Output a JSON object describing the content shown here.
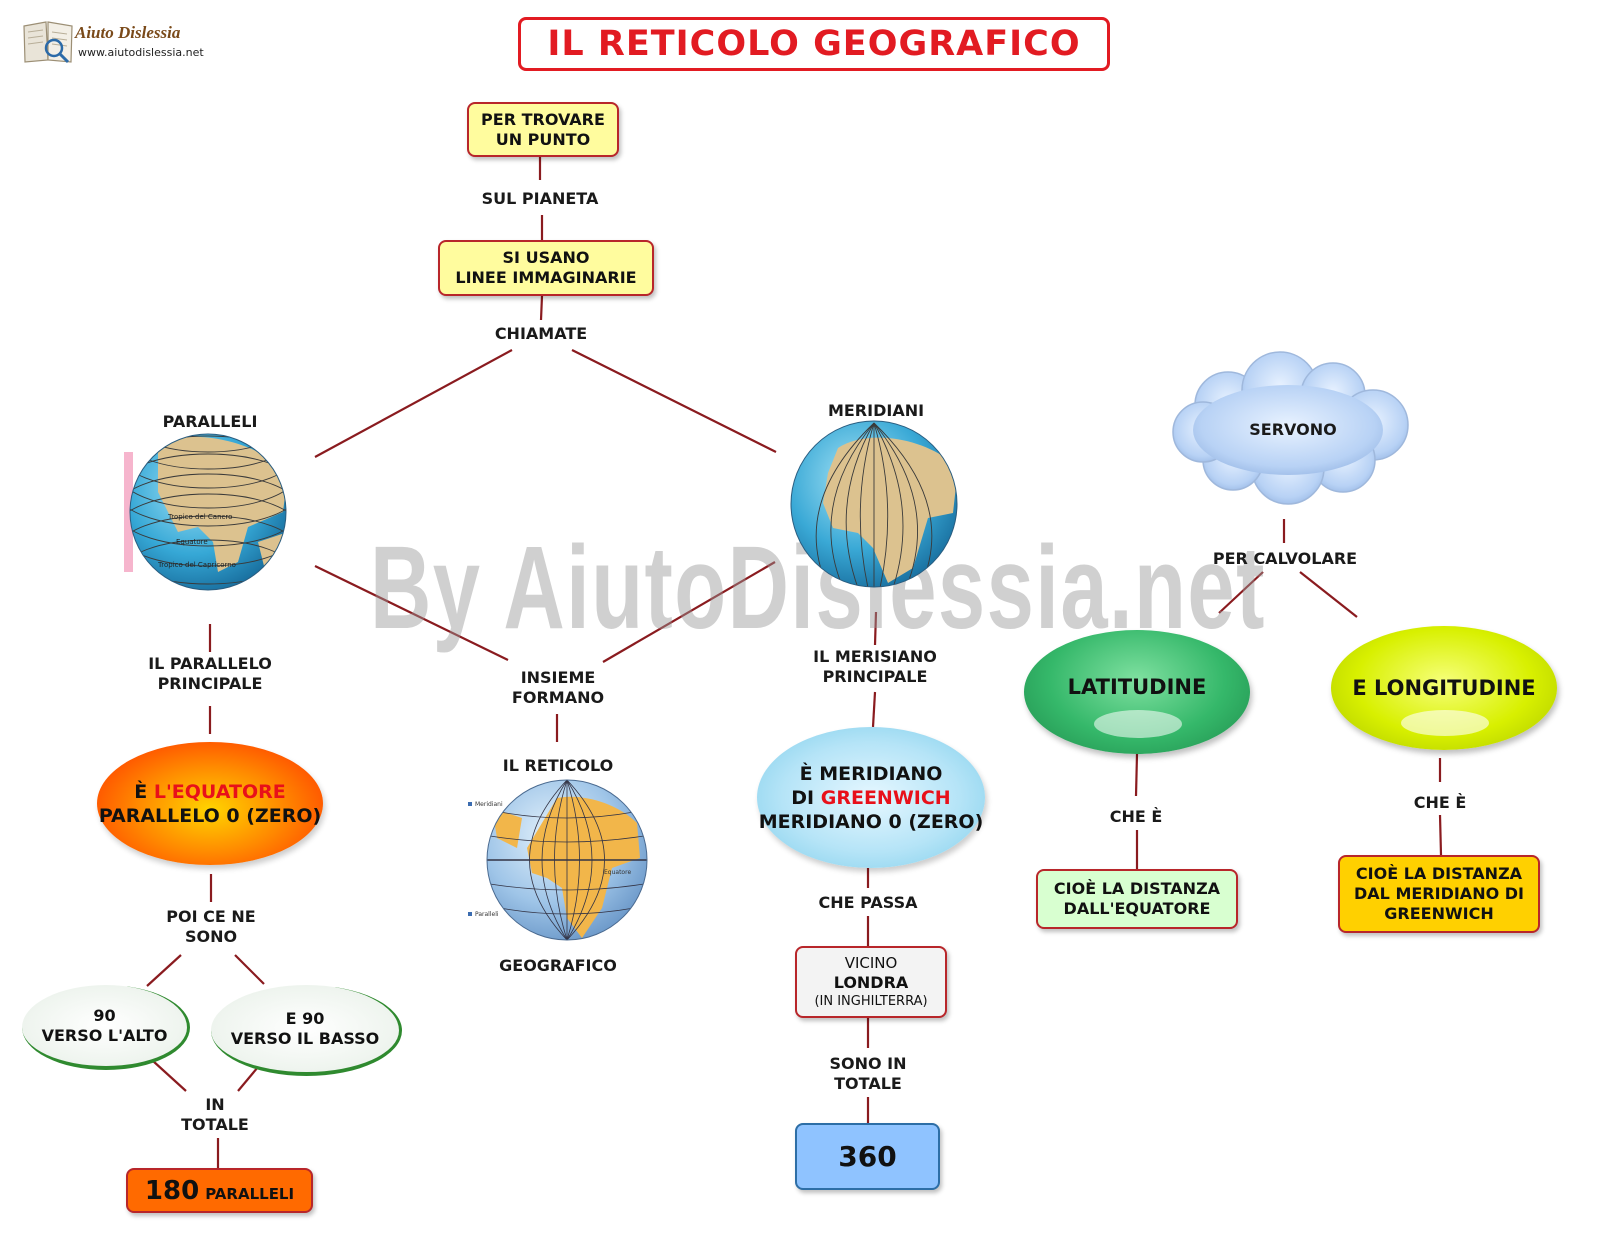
{
  "title": "IL RETICOLO GEOGRAFICO",
  "logo": {
    "name": "Aiuto Dislessia",
    "url": "www.aiutodislessia.net"
  },
  "watermark": "By AiutoDislessia.net",
  "nodes": {
    "find_point": [
      "PER TROVARE",
      "UN PUNTO"
    ],
    "imaginary_lines": [
      "SI USANO",
      "LINEE IMMAGINARIE"
    ],
    "parallels_title": "PARALLELI",
    "meridians_title": "MERIDIANI",
    "reticolo_top": "IL RETICOLO",
    "reticolo_bottom": "GEOGRAFICO",
    "equator": {
      "prefix": "È ",
      "highlight": "L'EQUATORE",
      "line2": "PARALLELO 0 (ZERO)"
    },
    "greenwich": {
      "line1": "È  MERIDIANO",
      "prefix": "DI ",
      "highlight": "GREENWICH",
      "line3": "MERIDIANO 0 (ZERO)"
    },
    "up": [
      "90",
      "VERSO L'ALTO"
    ],
    "down": [
      "E 90",
      "VERSO IL BASSO"
    ],
    "total_parallels": {
      "number": "180",
      "label": "PARALLELI"
    },
    "london": {
      "line1": "VICINO",
      "line2": "LONDRA",
      "line3": "(IN INGHILTERRA)"
    },
    "total_meridians": "360",
    "servono": "SERVONO",
    "latitudine": "LATITUDINE",
    "longitudine": "E LONGITUDINE",
    "lat_def": [
      "CIOÈ LA DISTANZA",
      "DALL'EQUATORE"
    ],
    "long_def": [
      "CIOÈ LA DISTANZA",
      "DAL MERIDIANO DI",
      "GREENWICH"
    ]
  },
  "links": {
    "sul_pianeta": "SUL PIANETA",
    "chiamate": "CHIAMATE",
    "parallelo_principale": [
      "IL PARALLELO",
      "PRINCIPALE"
    ],
    "insieme_formano": [
      "INSIEME",
      "FORMANO"
    ],
    "meridiano_principale": [
      "IL MERISIANO",
      "PRINCIPALE"
    ],
    "poi_ce_ne_sono": [
      "POI CE NE",
      "SONO"
    ],
    "in_totale": [
      "IN",
      "TOTALE"
    ],
    "che_passa": "CHE PASSA",
    "sono_in_totale": [
      "SONO IN",
      "TOTALE"
    ],
    "per_calvolare": "PER CALVOLARE",
    "che_e_left": "CHE È",
    "che_e_right": "CHE È"
  },
  "globe_labels": {
    "parallels_lines": [
      "Tropico del Cancro",
      "Equatore",
      "Tropico del Capricorno"
    ],
    "reticolo_legend": [
      "Meridiani",
      "Paralleli",
      "Equatore"
    ]
  },
  "colors": {
    "connector": "#8a1b1f",
    "title_red": "#e21b22",
    "box_border": "#b8262a"
  }
}
